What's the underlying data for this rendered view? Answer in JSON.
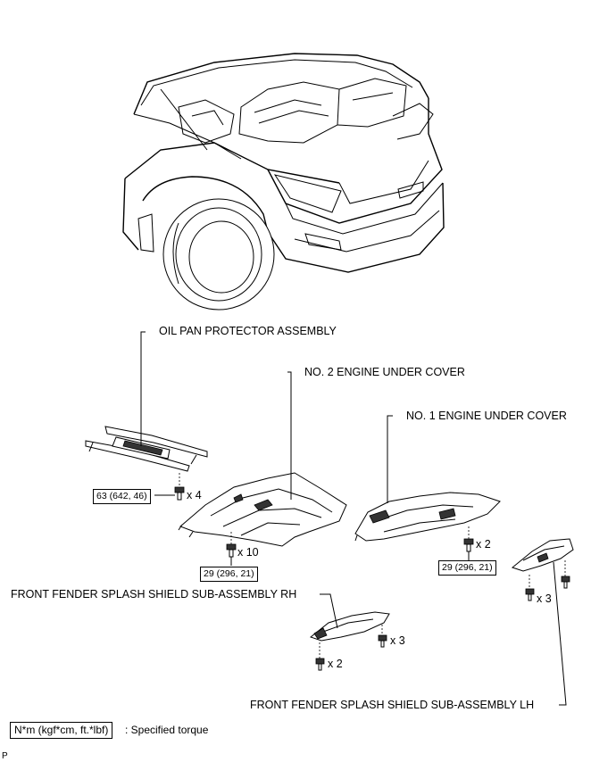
{
  "labels": {
    "oil_pan_protector": "OIL PAN PROTECTOR ASSEMBLY",
    "no2_engine_under_cover": "NO. 2 ENGINE UNDER COVER",
    "no1_engine_under_cover": "NO. 1 ENGINE UNDER COVER",
    "fender_shield_rh": "FRONT FENDER SPLASH SHIELD SUB-ASSEMBLY RH",
    "fender_shield_lh": "FRONT FENDER SPLASH SHIELD SUB-ASSEMBLY LH"
  },
  "torques": {
    "oil_pan_bolts": "63 (642, 46)",
    "no2_cover_bolts": "29 (296, 21)",
    "no1_cover_bolts": "29 (296, 21)"
  },
  "quantities": {
    "oil_pan_bolts": "x 4",
    "no2_cover_bolts": "x 10",
    "no1_cover_bolts": "x 2",
    "rh_shield_screws": "x 3",
    "rh_shield_bolts": "x 2",
    "lh_shield_screws": "x 3"
  },
  "legend": {
    "unit_box": "N*m (kgf*cm, ft.*lbf)",
    "description": ": Specified torque"
  },
  "footer_code": "P"
}
